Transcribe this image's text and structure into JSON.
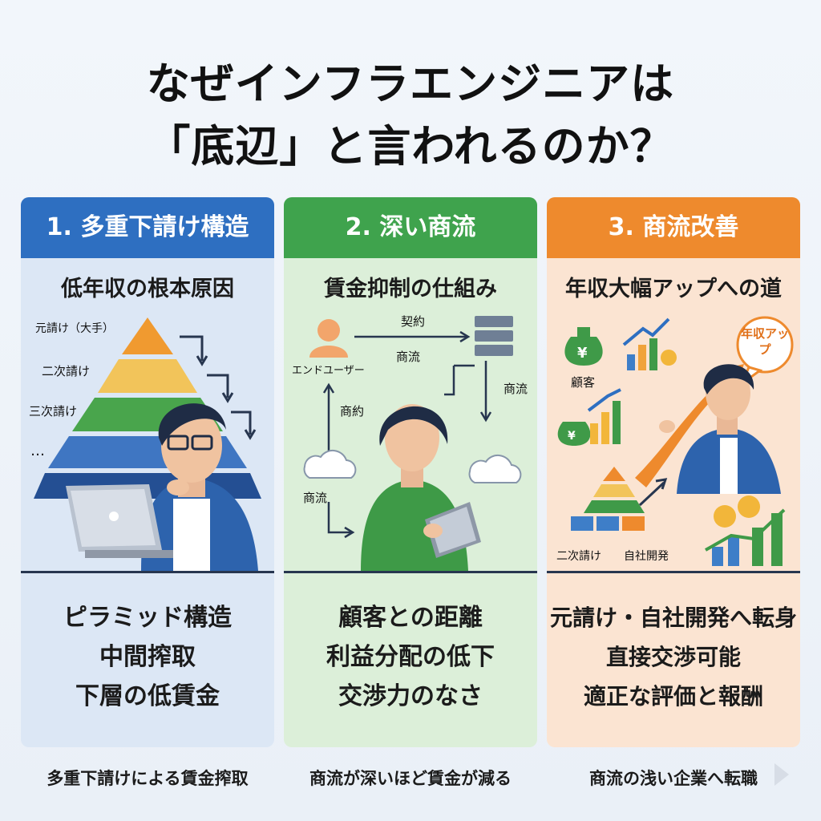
{
  "title": {
    "line1": "なぜインフラエンジニアは",
    "line2": "「底辺」と言われるのか？"
  },
  "cards": [
    {
      "header": "1. 多重下請け構造",
      "subtitle": "低年収の根本原因",
      "labels": {
        "tier1": "元請け（大手）",
        "tier2": "二次請け",
        "tier3": "三次請け",
        "more": "…"
      },
      "points": [
        "ピラミッド構造",
        "中間搾取",
        "下層の低賃金"
      ],
      "footer": "多重下請けによる賃金搾取"
    },
    {
      "header": "2. 深い商流",
      "subtitle": "賃金抑制の仕組み",
      "labels": {
        "contract": "契約",
        "flow_top": "商流",
        "end_user": "エンドユーザー",
        "flow_left": "商約",
        "flow_right": "商流",
        "flow_bottom": "商流"
      },
      "points": [
        "顧客との距離",
        "利益分配の低下",
        "交渉力のなさ"
      ],
      "footer": "商流が深いほど賃金が減る"
    },
    {
      "header": "3. 商流改善",
      "subtitle": "年収大幅アップへの道",
      "labels": {
        "customer": "顧客",
        "bubble": "年収アップ",
        "secondary": "二次請け",
        "inhouse": "自社開発"
      },
      "points": [
        "元請け・自社開発へ転身",
        "直接交渉可能",
        "適正な評価と報酬"
      ],
      "footer": "商流の浅い企業へ転職"
    }
  ],
  "colors": {
    "blue": "#2e6fc1",
    "green": "#3fa34d",
    "orange": "#ee8a2d"
  }
}
